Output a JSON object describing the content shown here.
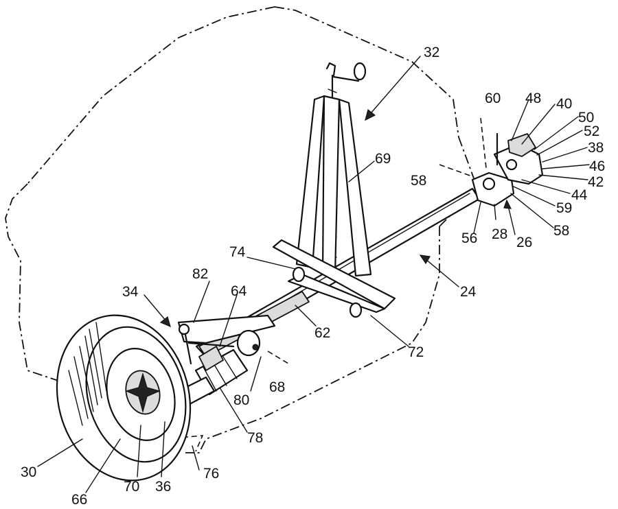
{
  "labels": {
    "n24": "24",
    "n26": "26",
    "n28": "28",
    "n30": "30",
    "n32": "32",
    "n34": "34",
    "n36": "36",
    "n38": "38",
    "n40": "40",
    "n42": "42",
    "n44": "44",
    "n46": "46",
    "n48": "48",
    "n50": "50",
    "n52": "52",
    "n56": "56",
    "n58a": "58",
    "n58b": "58",
    "n59": "59",
    "n60": "60",
    "n62": "62",
    "n64": "64",
    "n66": "66",
    "n68": "68",
    "n69": "69",
    "n70": "70",
    "n72": "72",
    "n74": "74",
    "n76": "76",
    "n78": "78",
    "n80": "80",
    "n82": "82"
  },
  "colors": {
    "line": "#111111",
    "background": "#ffffff",
    "shade": "#dcdcdc"
  }
}
